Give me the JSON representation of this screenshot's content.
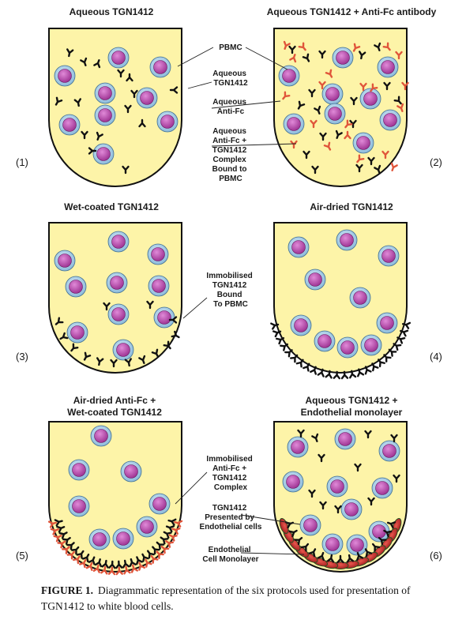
{
  "panels": [
    {
      "num": "(1)",
      "title": [
        "Aqueous TGN1412"
      ]
    },
    {
      "num": "(2)",
      "title": [
        "Aqueous TGN1412 + Anti-Fc antibody"
      ]
    },
    {
      "num": "(3)",
      "title": [
        "Wet-coated TGN1412"
      ]
    },
    {
      "num": "(4)",
      "title": [
        "Air-dried TGN1412"
      ]
    },
    {
      "num": "(5)",
      "title": [
        "Air-dried Anti-Fc +",
        "Wet-coated TGN1412"
      ]
    },
    {
      "num": "(6)",
      "title": [
        "Aqueous TGN1412 +",
        "Endothelial monolayer"
      ]
    }
  ],
  "callouts": {
    "pbmc": [
      "PBMC"
    ],
    "aqueous_tgn": [
      "Aqueous",
      "TGN1412"
    ],
    "aqueous_antifc": [
      "Aqueous",
      "Anti-Fc"
    ],
    "complex_bound": [
      "Aqueous",
      "Anti-Fc +",
      "TGN1412",
      "Complex",
      "Bound to",
      "PBMC"
    ],
    "immobilised_bound": [
      "Immobilised",
      "TGN1412",
      "Bound",
      "To PBMC"
    ],
    "immobilised_complex": [
      "Immobilised",
      "Anti-Fc +",
      "TGN1412",
      "Complex"
    ],
    "presented": [
      "TGN1412",
      "Presented by",
      "Endothelial cells"
    ],
    "monolayer": [
      "Endothelial",
      "Cell Monolayer"
    ]
  },
  "caption": {
    "label": "FIGURE 1.",
    "text": "Diagrammatic representation of the six protocols used for presentation of TGN1412 to white blood cells."
  },
  "colors": {
    "well_fill": "#fdf4a8",
    "cell_outer": "#a9cde6",
    "cell_nucleus": "#c04fb4",
    "antibody": "#111111",
    "anti_fc": "#e0553a",
    "endothelial": "#c0282a"
  }
}
